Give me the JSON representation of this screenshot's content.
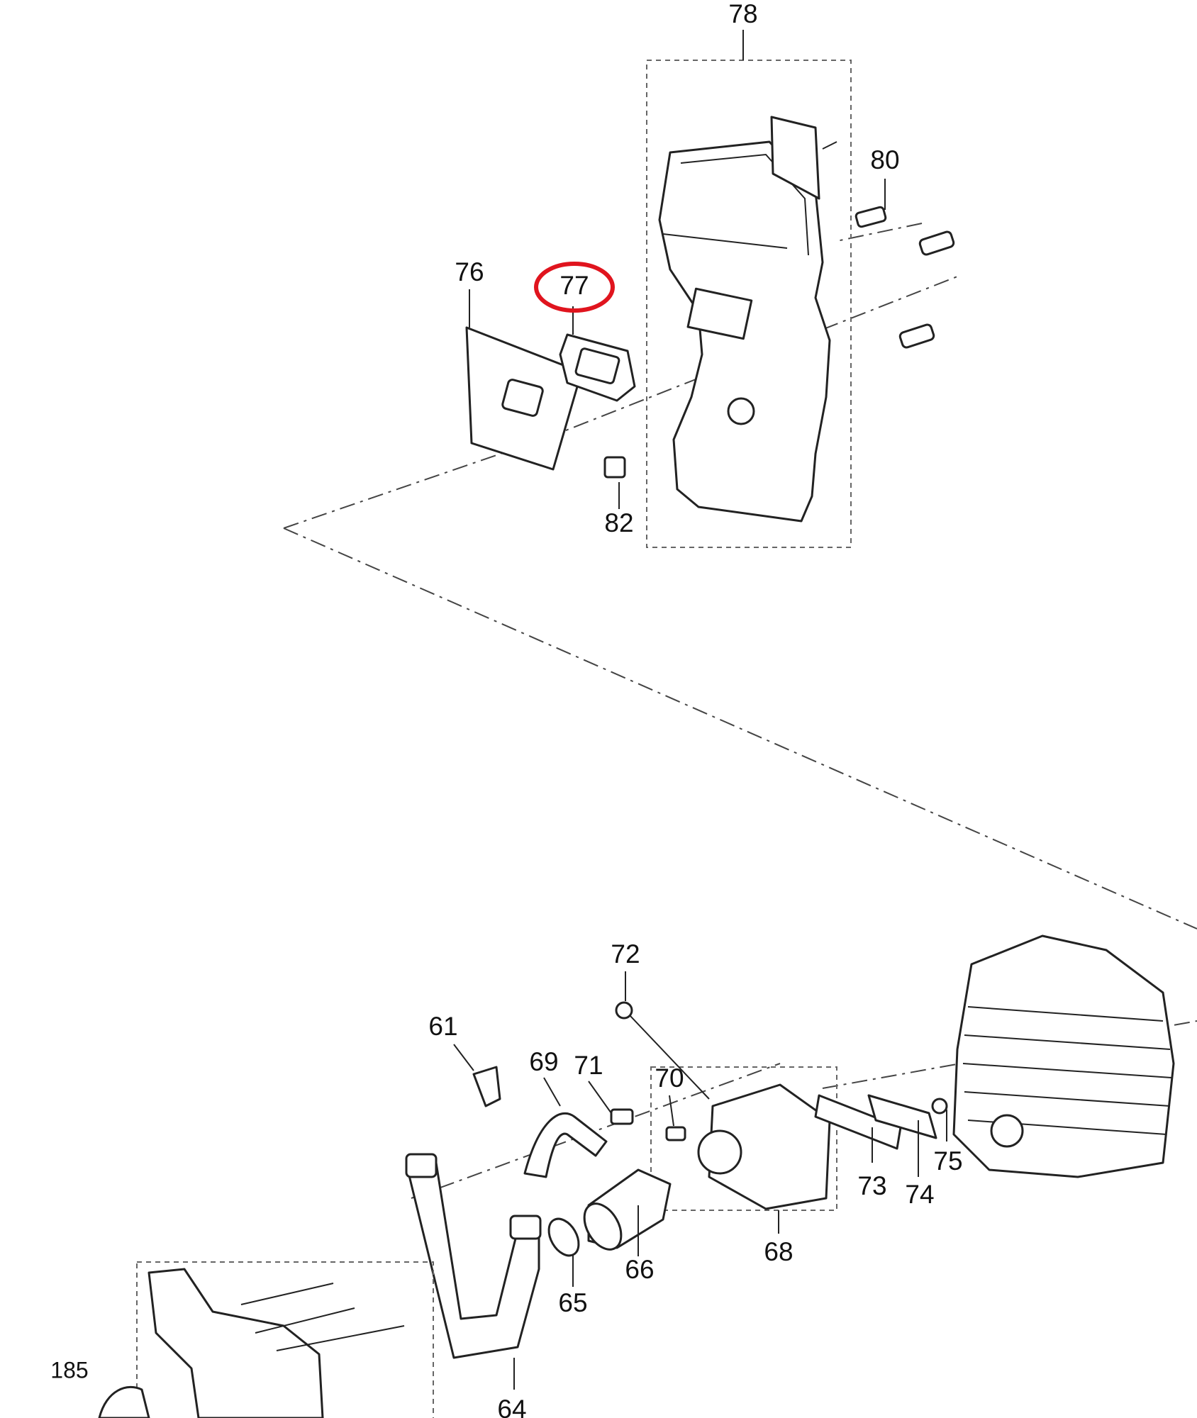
{
  "diagram": {
    "highlight_color": "#e0141e",
    "highlighted_part": "77",
    "labels": {
      "p78": "78",
      "p80": "80",
      "p76": "76",
      "p77": "77",
      "p82": "82",
      "p72": "72",
      "p61": "61",
      "p69": "69",
      "p71": "71",
      "p70": "70",
      "p73": "73",
      "p74": "74",
      "p75": "75",
      "p68": "68",
      "p66": "66",
      "p65": "65",
      "p185": "185",
      "p64": "64"
    }
  }
}
